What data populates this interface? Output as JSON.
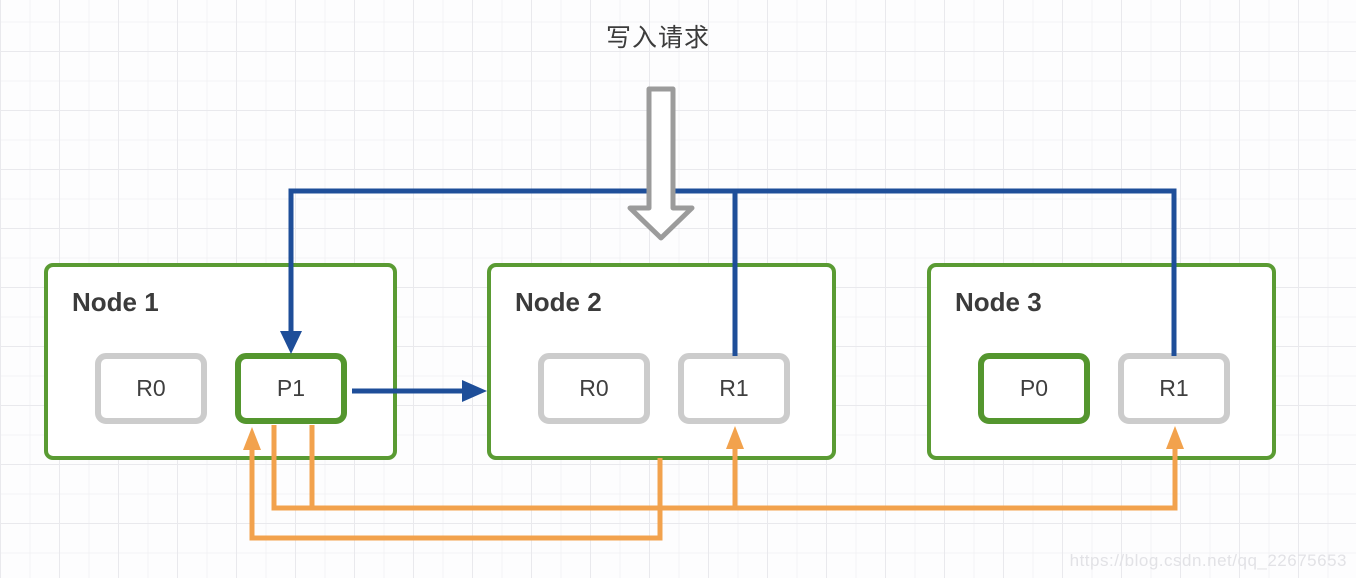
{
  "title": "写入请求",
  "watermark": "https://blog.csdn.net/qq_22675653",
  "nodes": [
    {
      "title": "Node 1",
      "partitions": [
        {
          "label": "R0",
          "role": "replica"
        },
        {
          "label": "P1",
          "role": "primary"
        }
      ]
    },
    {
      "title": "Node 2",
      "partitions": [
        {
          "label": "R0",
          "role": "replica"
        },
        {
          "label": "R1",
          "role": "replica"
        }
      ]
    },
    {
      "title": "Node 3",
      "partitions": [
        {
          "label": "P0",
          "role": "primary"
        },
        {
          "label": "R1",
          "role": "replica"
        }
      ]
    }
  ],
  "colors": {
    "node_border_green": "#5a9b33",
    "primary_border_green": "#54962e",
    "replica_border_gray": "#cccccc",
    "flow_blue": "#1e4e99",
    "ack_orange": "#f2a24d",
    "request_arrow_gray": "#9b9b9b",
    "text": "#3b3b3b",
    "watermark_gray": "#e2e2e6"
  }
}
